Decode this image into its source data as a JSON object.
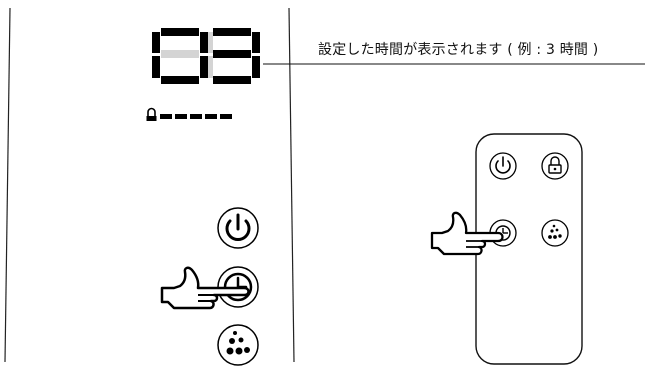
{
  "caption": "設定した時間が表示されます ( 例 : 3 時間 )",
  "display": {
    "digits": "03"
  },
  "panel_buttons": [
    {
      "name": "power-button",
      "icon": "power-icon"
    },
    {
      "name": "timer-button",
      "icon": "timer-clock-icon"
    },
    {
      "name": "mist-button",
      "icon": "mist-drops-icon"
    }
  ],
  "remote_buttons": [
    {
      "name": "remote-power-button",
      "icon": "power-icon"
    },
    {
      "name": "remote-lock-button",
      "icon": "lock-icon"
    },
    {
      "name": "remote-timer-button",
      "icon": "timer-clock-icon"
    },
    {
      "name": "remote-mist-button",
      "icon": "mist-drops-icon"
    }
  ]
}
